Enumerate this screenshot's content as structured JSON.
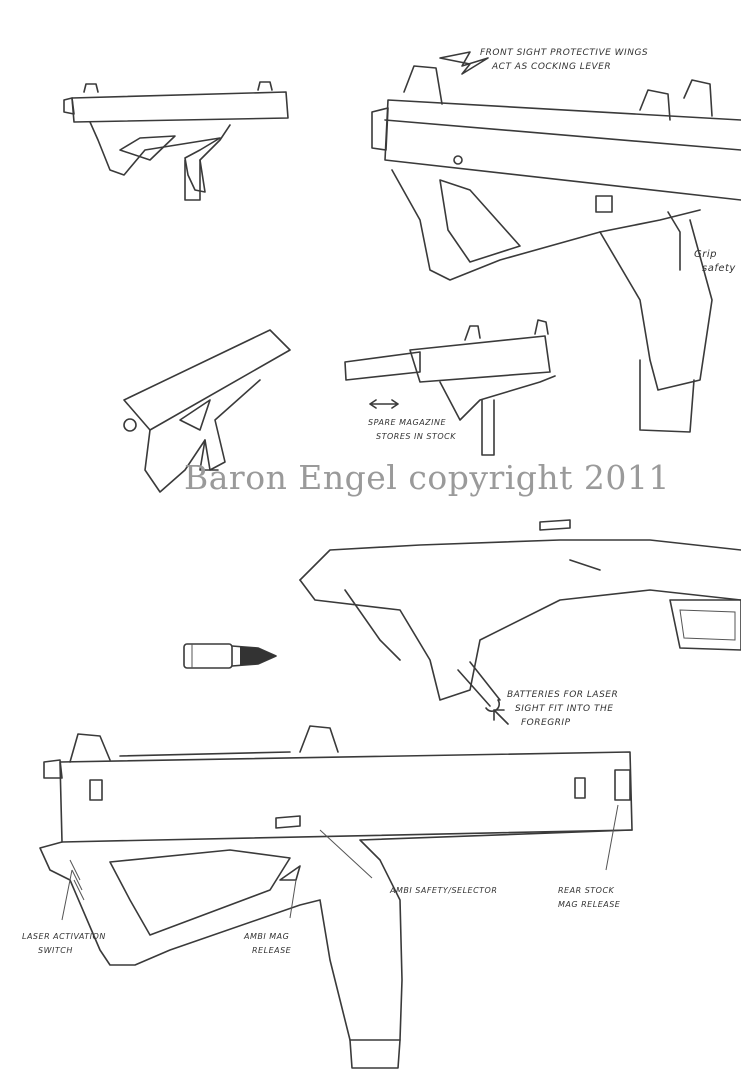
{
  "watermark": "Baron Engel copyright 2011",
  "annotations": {
    "front_sight_line1": "Front sight protective wings",
    "front_sight_line2": "act as cocking lever",
    "grip_safety_line1": "Grip",
    "grip_safety_line2": "safety",
    "spare_mag_line1": "Spare magazine",
    "spare_mag_line2": "stores in stock",
    "batteries_line1": "Batteries for laser",
    "batteries_line2": "sight fit into the",
    "batteries_line3": "foregrip",
    "laser_switch_line1": "Laser activation",
    "laser_switch_line2": "switch",
    "ambi_mag_line1": "Ambi mag",
    "ambi_mag_line2": "release",
    "ambi_safety": "Ambi safety/selector",
    "rear_stock_line1": "Rear stock",
    "rear_stock_line2": "mag release"
  }
}
